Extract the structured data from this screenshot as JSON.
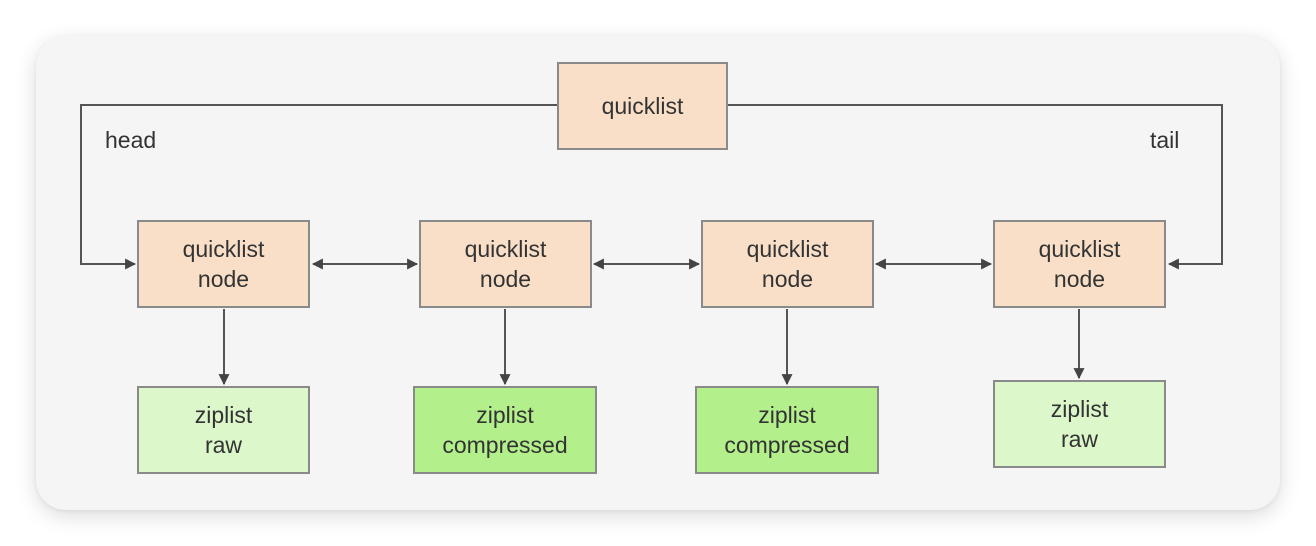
{
  "diagram": {
    "root": {
      "label": "quicklist"
    },
    "head_label": "head",
    "tail_label": "tail",
    "nodes": [
      {
        "line1": "quicklist",
        "line2": "node",
        "ziplist_line1": "ziplist",
        "ziplist_line2": "raw",
        "compressed": false
      },
      {
        "line1": "quicklist",
        "line2": "node",
        "ziplist_line1": "ziplist",
        "ziplist_line2": "compressed",
        "compressed": true
      },
      {
        "line1": "quicklist",
        "line2": "node",
        "ziplist_line1": "ziplist",
        "ziplist_line2": "compressed",
        "compressed": true
      },
      {
        "line1": "quicklist",
        "line2": "node",
        "ziplist_line1": "ziplist",
        "ziplist_line2": "raw",
        "compressed": false
      }
    ],
    "colors": {
      "node_fill": "#f9dfc7",
      "ziplist_raw_fill": "#dcf7c9",
      "ziplist_compressed_fill": "#b3f08c",
      "border": "#8a8a8a",
      "line": "#555555"
    }
  }
}
